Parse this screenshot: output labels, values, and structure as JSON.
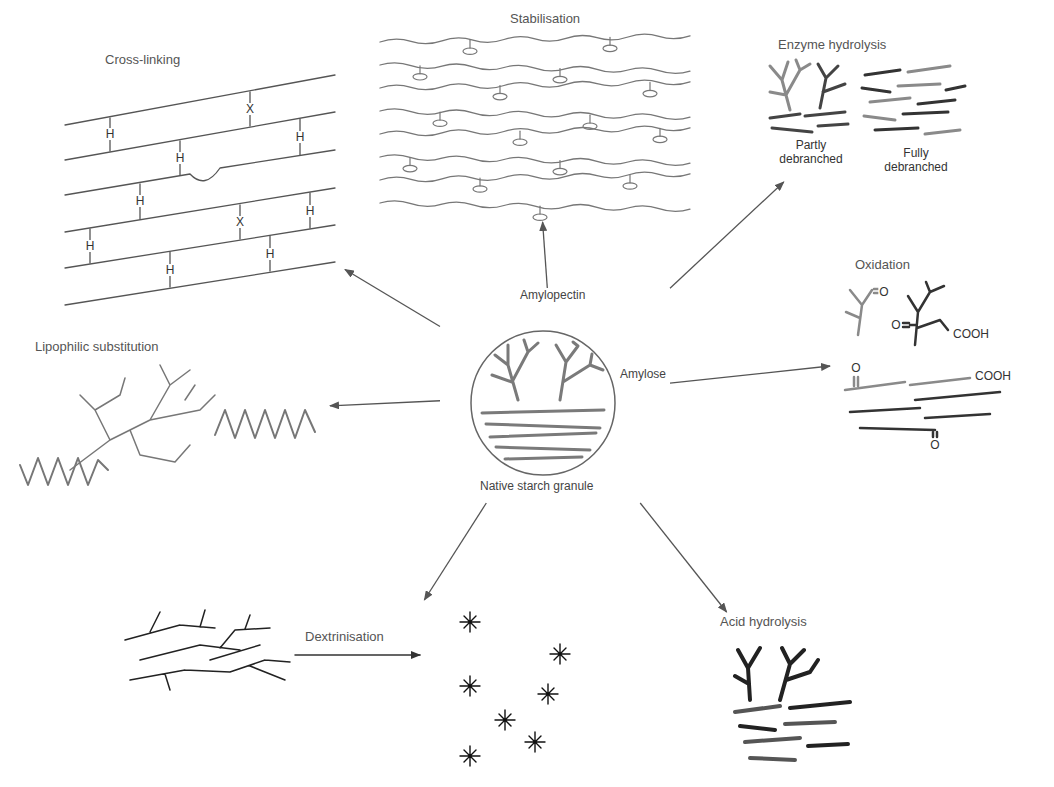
{
  "diagram": {
    "nodes": [
      {
        "text": [
          "Stabilisation"
        ]
      },
      {
        "text": [
          "Cross-linking",
          "X",
          "H",
          "H",
          "H",
          "H",
          "H",
          "X",
          "H",
          "H",
          "H"
        ]
      },
      {
        "text": [
          "Enzyme hydrolysis",
          "Partly debranched",
          "Fully debranched"
        ]
      },
      {
        "text": [
          "Amylopectin",
          "Amylose",
          "Native starch granule"
        ]
      },
      {
        "text": [
          "Oxidation",
          "O",
          "O",
          "COOH",
          "O",
          "COOH",
          "O"
        ]
      },
      {
        "text": [
          "Lipophilic substitution"
        ]
      },
      {
        "text": [
          "Dextrinisation"
        ]
      },
      {
        "text": [
          "Acid hydrolysis"
        ]
      }
    ],
    "edges": [
      {
        "from": 3,
        "to": 0,
        "arrow": "to"
      },
      {
        "from": 3,
        "to": 1,
        "arrow": "to"
      },
      {
        "from": 3,
        "to": 2,
        "arrow": "to"
      },
      {
        "from": 3,
        "to": 4,
        "arrow": "to"
      },
      {
        "from": 3,
        "to": 5,
        "arrow": "to"
      },
      {
        "from": 3,
        "to": 6,
        "arrow": "to"
      },
      {
        "from": 3,
        "to": 7,
        "arrow": "to"
      }
    ]
  }
}
